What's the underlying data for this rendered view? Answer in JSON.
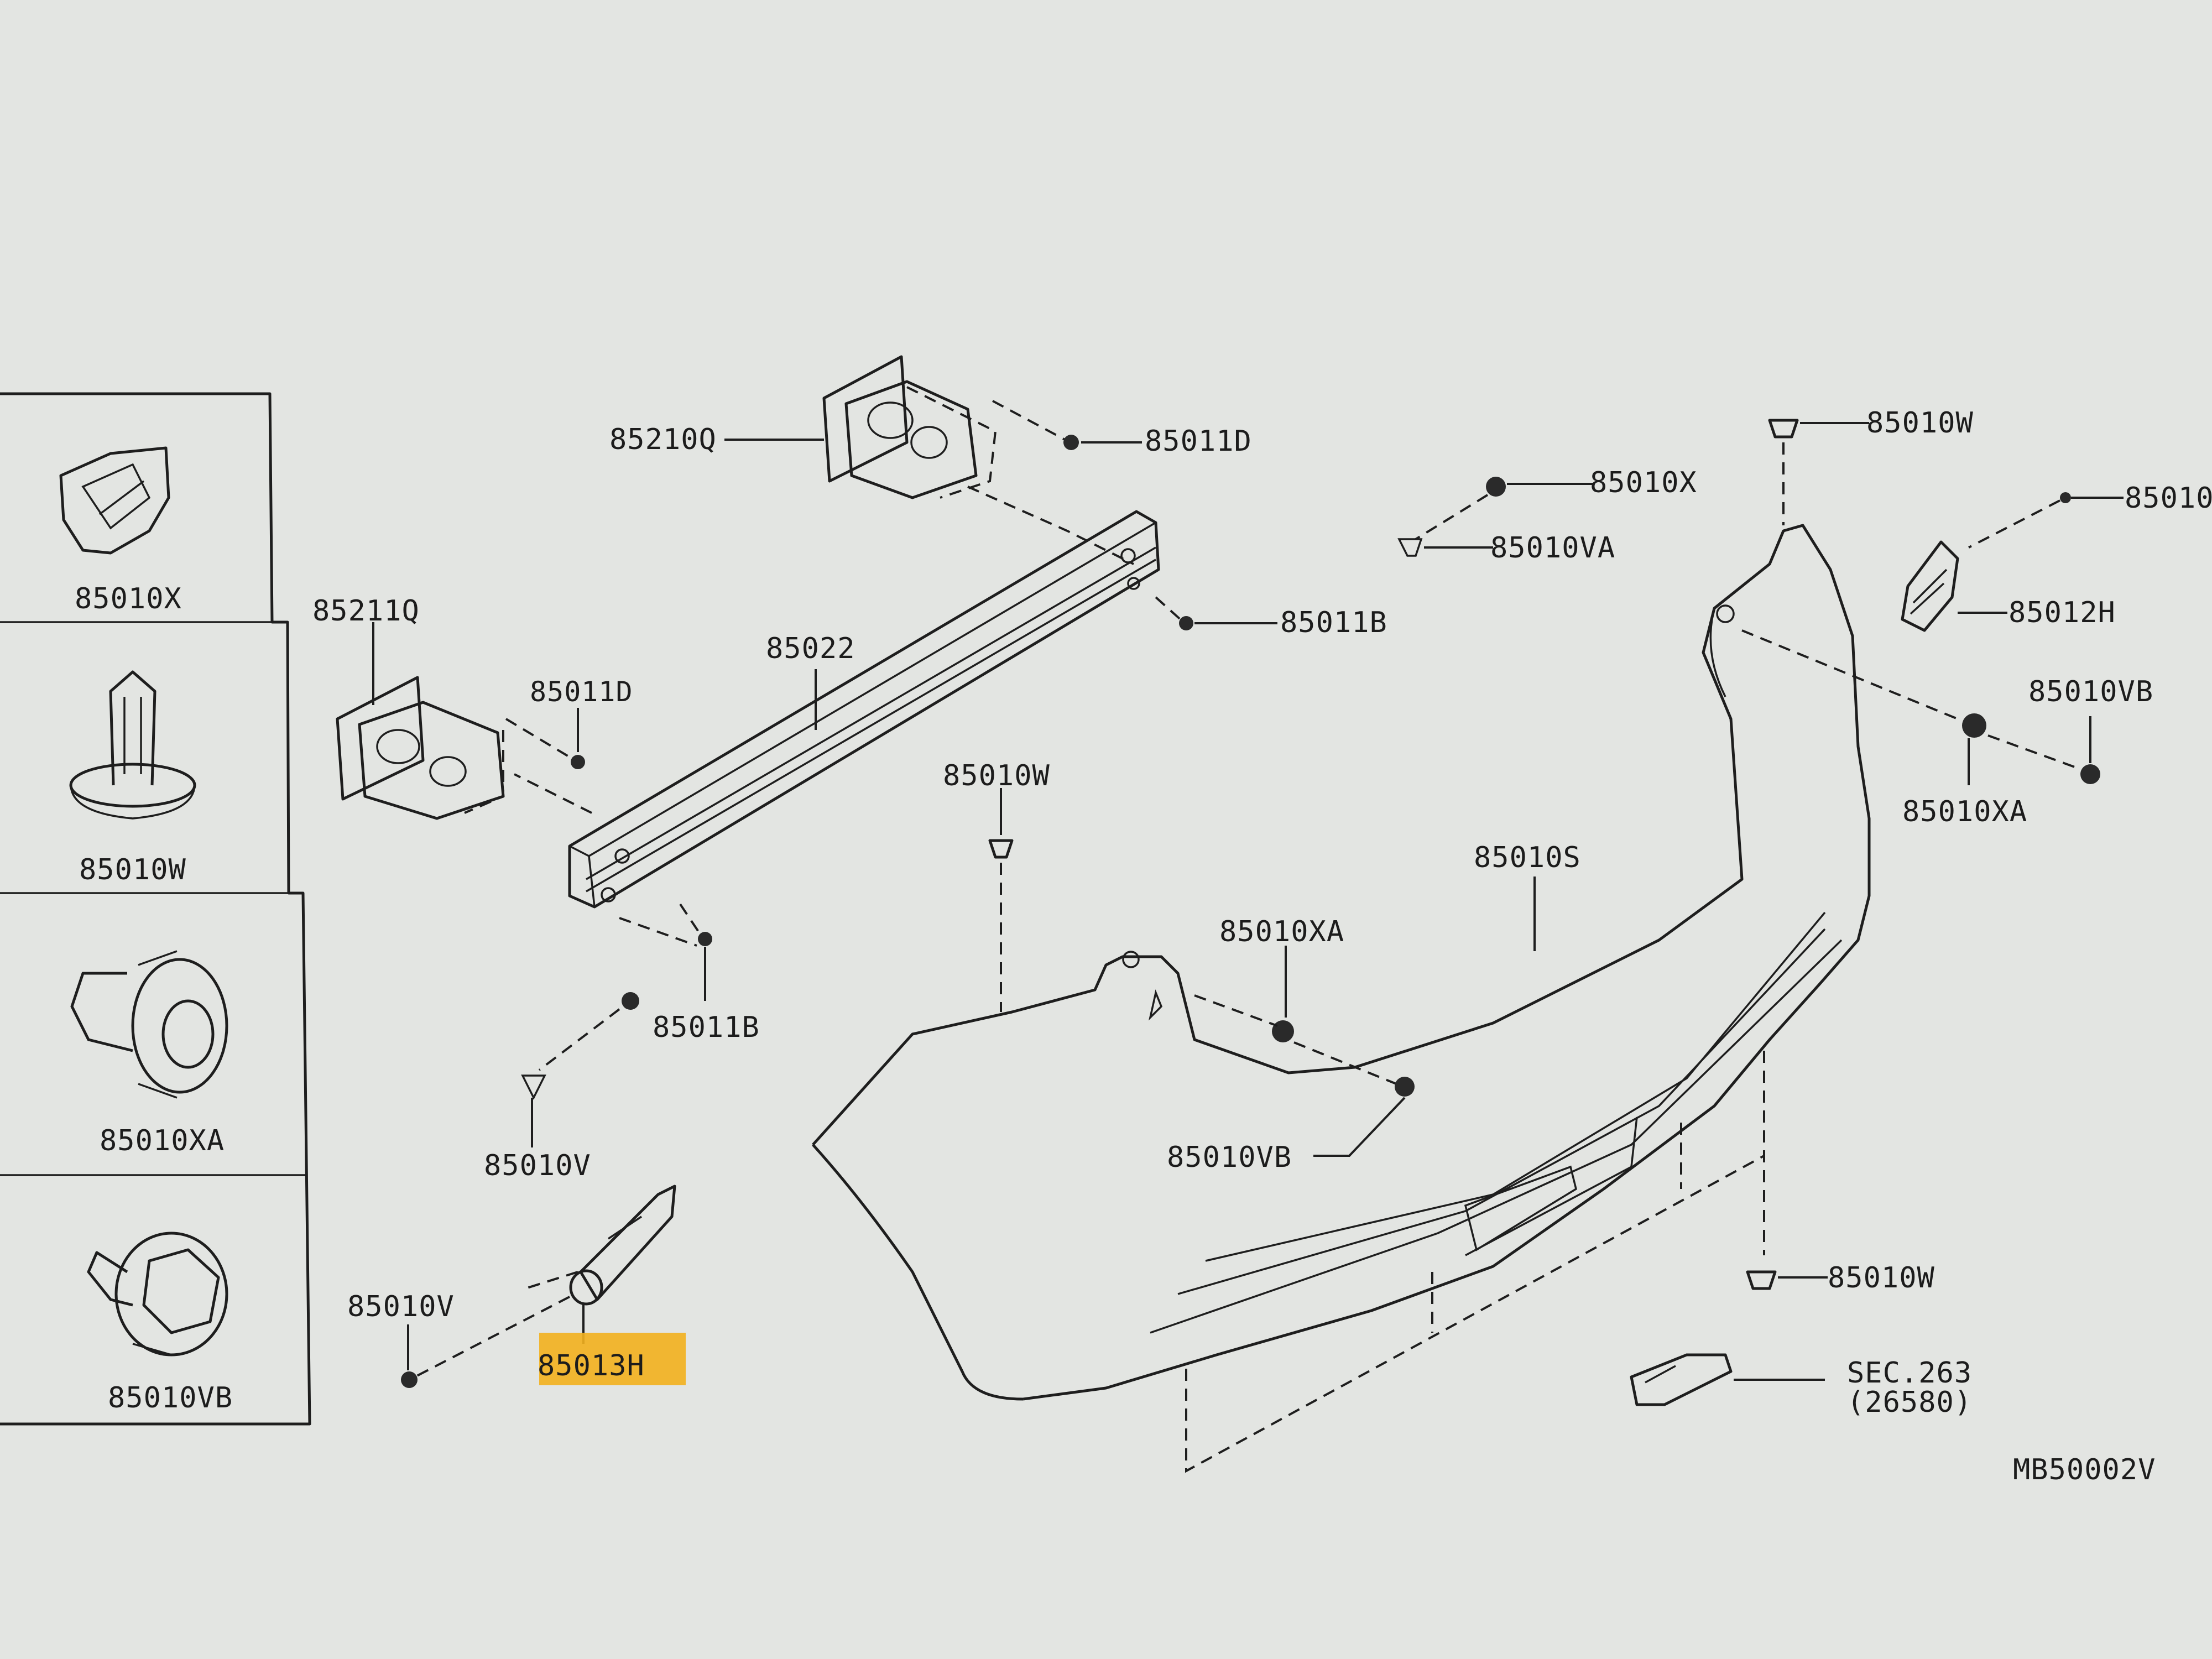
{
  "diagram_id": "MB50002V",
  "legend": {
    "items": [
      {
        "part": "85010X"
      },
      {
        "part": "85010W"
      },
      {
        "part": "85010XA"
      },
      {
        "part": "85010VB"
      }
    ]
  },
  "callouts": {
    "p85210Q": "85210Q",
    "p85011D_top": "85011D",
    "p85211Q": "85211Q",
    "p85011D_left": "85011D",
    "p85022": "85022",
    "p85011B_right": "85011B",
    "p85011B_left": "85011B",
    "p85010X": "85010X",
    "p85010VA": "85010VA",
    "p85010W_top": "85010W",
    "p85010_cut": "85010",
    "p85012H": "85012H",
    "p85010VB_right": "85010VB",
    "p85010XA_right": "85010XA",
    "p85010W_mid": "85010W",
    "p85010S": "85010S",
    "p85010XA_mid": "85010XA",
    "p85010VB_mid": "85010VB",
    "p85010V_upper": "85010V",
    "p85010V_lower": "85010V",
    "p85013H": "85013H",
    "p85010W_bottom": "85010W",
    "sec_ref_line1": "SEC.263",
    "sec_ref_line2": "(26580)"
  },
  "highlight": {
    "label": "85013H",
    "color": "#f2b01e"
  },
  "colors": {
    "background": "#e3e5e2",
    "ink": "#1e1e1e"
  }
}
